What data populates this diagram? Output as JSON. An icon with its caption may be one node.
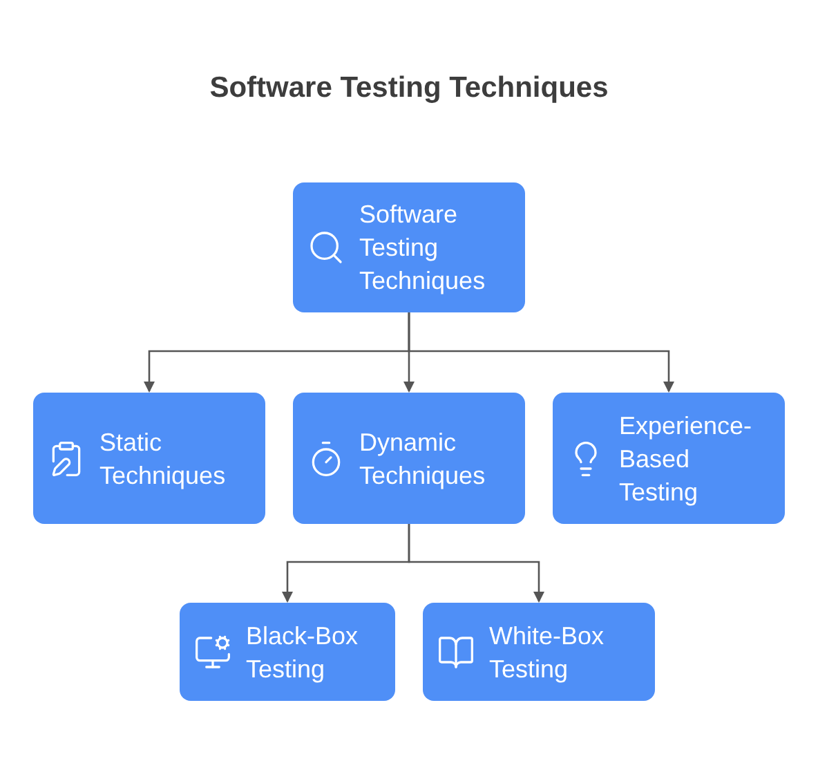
{
  "diagram": {
    "title": "Software Testing Techniques",
    "nodes": [
      {
        "text": [
          "Software Testing Techniques"
        ]
      },
      {
        "text": [
          "Static Techniques"
        ]
      },
      {
        "text": [
          "Dynamic Techniques"
        ]
      },
      {
        "text": [
          "Experience-Based Testing"
        ]
      },
      {
        "text": [
          "Black-Box Testing"
        ]
      },
      {
        "text": [
          "White-Box Testing"
        ]
      }
    ],
    "edges": [
      {
        "from": 0,
        "to": 1,
        "arrow": "to"
      },
      {
        "from": 0,
        "to": 2,
        "arrow": "to"
      },
      {
        "from": 0,
        "to": 3,
        "arrow": "to"
      },
      {
        "from": 2,
        "to": 4,
        "arrow": "to"
      },
      {
        "from": 2,
        "to": 5,
        "arrow": "to"
      }
    ]
  }
}
